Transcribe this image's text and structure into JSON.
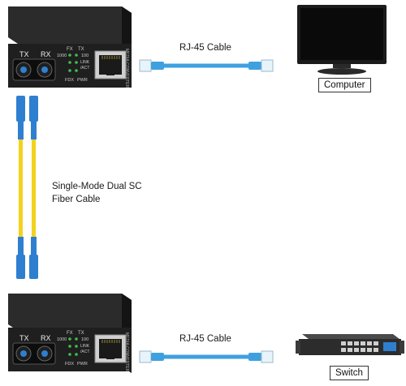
{
  "converter": {
    "port_tx": "TX",
    "port_rx": "RX",
    "rx_speed": "1000",
    "led_fx": "FX",
    "led_tx": "TX",
    "led_100": "100",
    "led_link": "LINK",
    "led_act": "/ACT",
    "led_fdx": "FDX",
    "led_pwr": "PWR",
    "side_label": "MEDIA CONVERTER"
  },
  "cables": {
    "rj45_top": "RJ-45 Cable",
    "rj45_bottom": "RJ-45 Cable",
    "fiber_line1": "Single-Mode Dual SC",
    "fiber_line2": "Fiber Cable"
  },
  "devices": {
    "computer": "Computer",
    "switch": "Switch"
  },
  "colors": {
    "rj45_cable": "#3fa0df",
    "fiber_cable": "#f2d21e",
    "sc_connector": "#2f7fd0",
    "converter_body": "#1f1f1f",
    "led": "#3fbf4a"
  }
}
